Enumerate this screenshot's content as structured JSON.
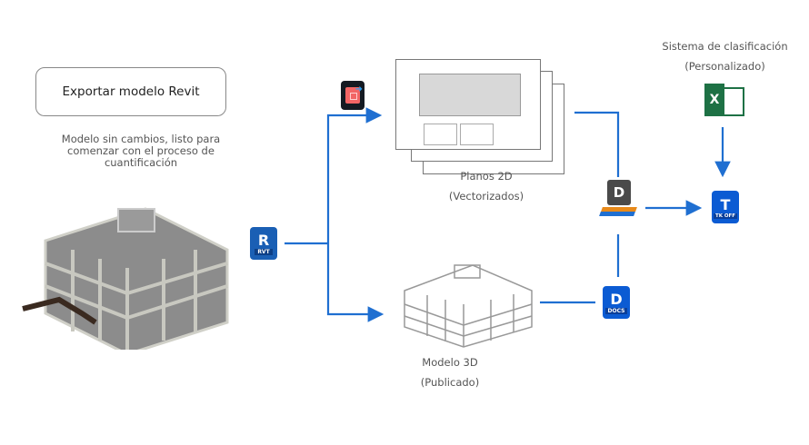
{
  "export_box": {
    "label": "Exportar modelo Revit"
  },
  "export_description": "Modelo sin cambios, listo para comenzar con el proceso de cuantificación",
  "nodes": {
    "revit": {
      "icon": "revit-rvt-icon",
      "letter": "R",
      "badge": "RVT",
      "color": "#1a5fb4"
    },
    "pdf_export": {
      "icon": "export-sheets-icon"
    },
    "planos": {
      "title": "Planos 2D",
      "subtitle": "(Vectorizados)"
    },
    "modelo3d": {
      "title": "Modelo 3D",
      "subtitle": "(Publicado)"
    },
    "desktop_connector": {
      "icon": "desktop-connector-icon",
      "letter": "D"
    },
    "docs": {
      "icon": "autodesk-docs-icon",
      "letter": "D",
      "badge": "DOCS",
      "color": "#0b5bd3"
    },
    "classification": {
      "title": "Sistema de clasificación",
      "subtitle": "(Personalizado)",
      "icon": "excel-icon",
      "letter": "X",
      "color": "#1e7145"
    },
    "takeoff": {
      "icon": "takeoff-icon",
      "letter": "T",
      "badge": "TK OFF",
      "color": "#0b5bd3"
    }
  },
  "colors": {
    "connector": "#1f6fd1"
  }
}
